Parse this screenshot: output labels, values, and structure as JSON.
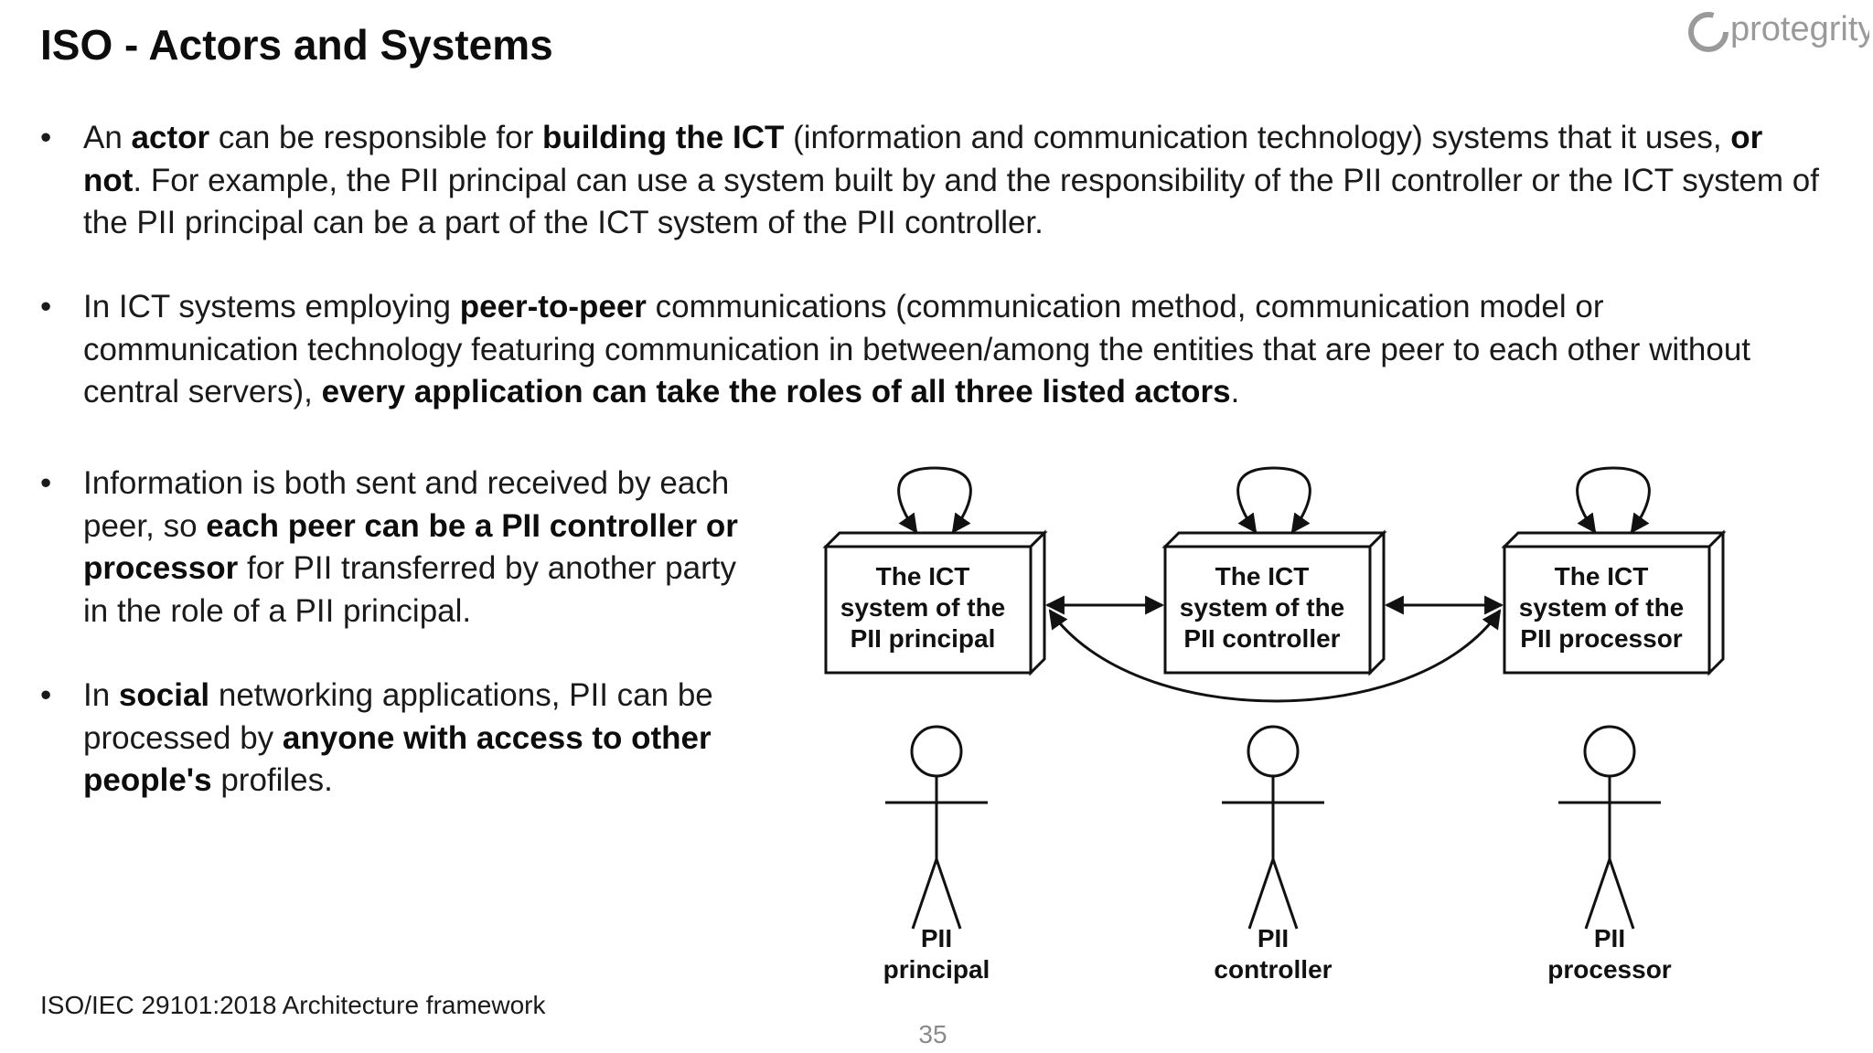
{
  "slide": {
    "title": "ISO - Actors and Systems",
    "page_number": "35",
    "source": "ISO/IEC 29101:2018 Architecture framework",
    "logo_text": "protegrity"
  },
  "bullets": [
    {
      "symbol": "•",
      "segments": [
        {
          "text": "An ",
          "bold": false
        },
        {
          "text": "actor",
          "bold": true
        },
        {
          "text": " can be responsible for ",
          "bold": false
        },
        {
          "text": "building the ICT",
          "bold": true
        },
        {
          "text": " (information and communication technology) systems that it uses, ",
          "bold": false
        },
        {
          "text": "or not",
          "bold": true
        },
        {
          "text": ". For example, the PII principal can use a system built by and the responsibility of the PII controller or the ICT system of the PII principal can be a part of the ICT system of the PII controller.",
          "bold": false
        }
      ]
    },
    {
      "symbol": "•",
      "segments": [
        {
          "text": "In ICT systems employing ",
          "bold": false
        },
        {
          "text": "peer-to-peer",
          "bold": true
        },
        {
          "text": " communications (communication method, communication model or communication technology featuring communication in between/among the entities that are peer to each other without central servers), ",
          "bold": false
        },
        {
          "text": "every application can take the roles of all three listed actors",
          "bold": true
        },
        {
          "text": ".",
          "bold": false
        }
      ]
    },
    {
      "symbol": "•",
      "segments": [
        {
          "text": "Information is both sent and received by each peer, so ",
          "bold": false
        },
        {
          "text": "each peer can be a PII controller or processor",
          "bold": true
        },
        {
          "text": " for PII transferred by another party in the role of a PII principal.",
          "bold": false
        }
      ]
    },
    {
      "symbol": "•",
      "segments": [
        {
          "text": "In ",
          "bold": false
        },
        {
          "text": "social",
          "bold": true
        },
        {
          "text": " networking applications, PII can be processed by ",
          "bold": false
        },
        {
          "text": "anyone with access to other people's",
          "bold": true
        },
        {
          "text": " profiles.",
          "bold": false
        }
      ]
    }
  ],
  "diagram": {
    "systems": [
      {
        "line1": "The ICT",
        "line2": "system of the",
        "line3": "PII principal"
      },
      {
        "line1": "The ICT",
        "line2": "system of the",
        "line3": "PII controller"
      },
      {
        "line1": "The ICT",
        "line2": "system of the",
        "line3": "PII processor"
      }
    ],
    "actors": [
      {
        "line1": "PII",
        "line2": "principal"
      },
      {
        "line1": "PII",
        "line2": "controller"
      },
      {
        "line1": "PII",
        "line2": "processor"
      }
    ]
  },
  "colors": {
    "text": "#1a1a1a",
    "logo": "#9a9a9a",
    "page_number": "#8a8a8a"
  }
}
